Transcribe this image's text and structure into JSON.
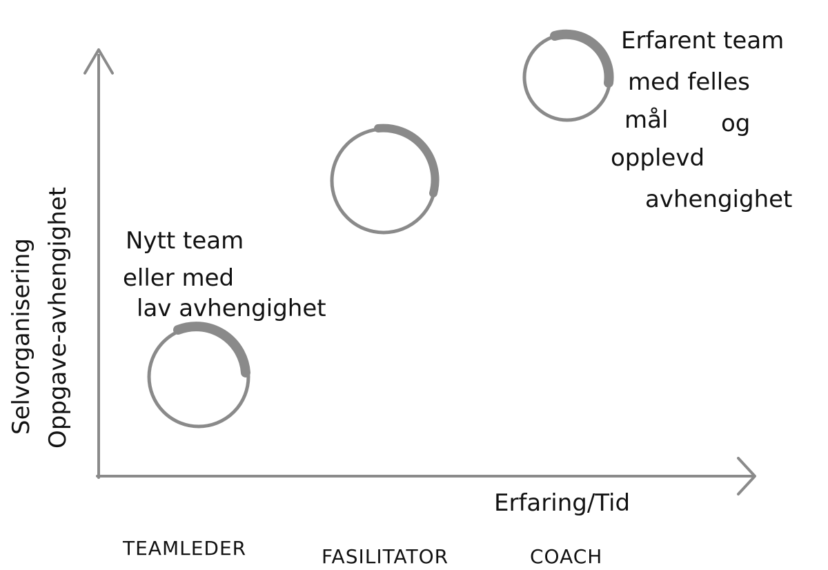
{
  "diagram": {
    "y_axis_label": {
      "line1": "Selvorganisering",
      "line2": "Oppgave-avhengighet"
    },
    "x_axis_label": "Erfaring/Tid",
    "stages": [
      {
        "role": "TEAMLEDER",
        "note_lines": [
          "Nytt team",
          "eller med",
          "lav avhengighet"
        ]
      },
      {
        "role": "FASILITATOR",
        "note_lines": []
      },
      {
        "role": "COACH",
        "note_lines": [
          "Erfarent team",
          "med felles",
          "mål",
          "og",
          "opplevd",
          "avhengighet"
        ]
      }
    ],
    "colors": {
      "axis": "#8a8a8a",
      "circle": "#8a8a8a",
      "text": "#111111",
      "background": "#ffffff"
    }
  }
}
